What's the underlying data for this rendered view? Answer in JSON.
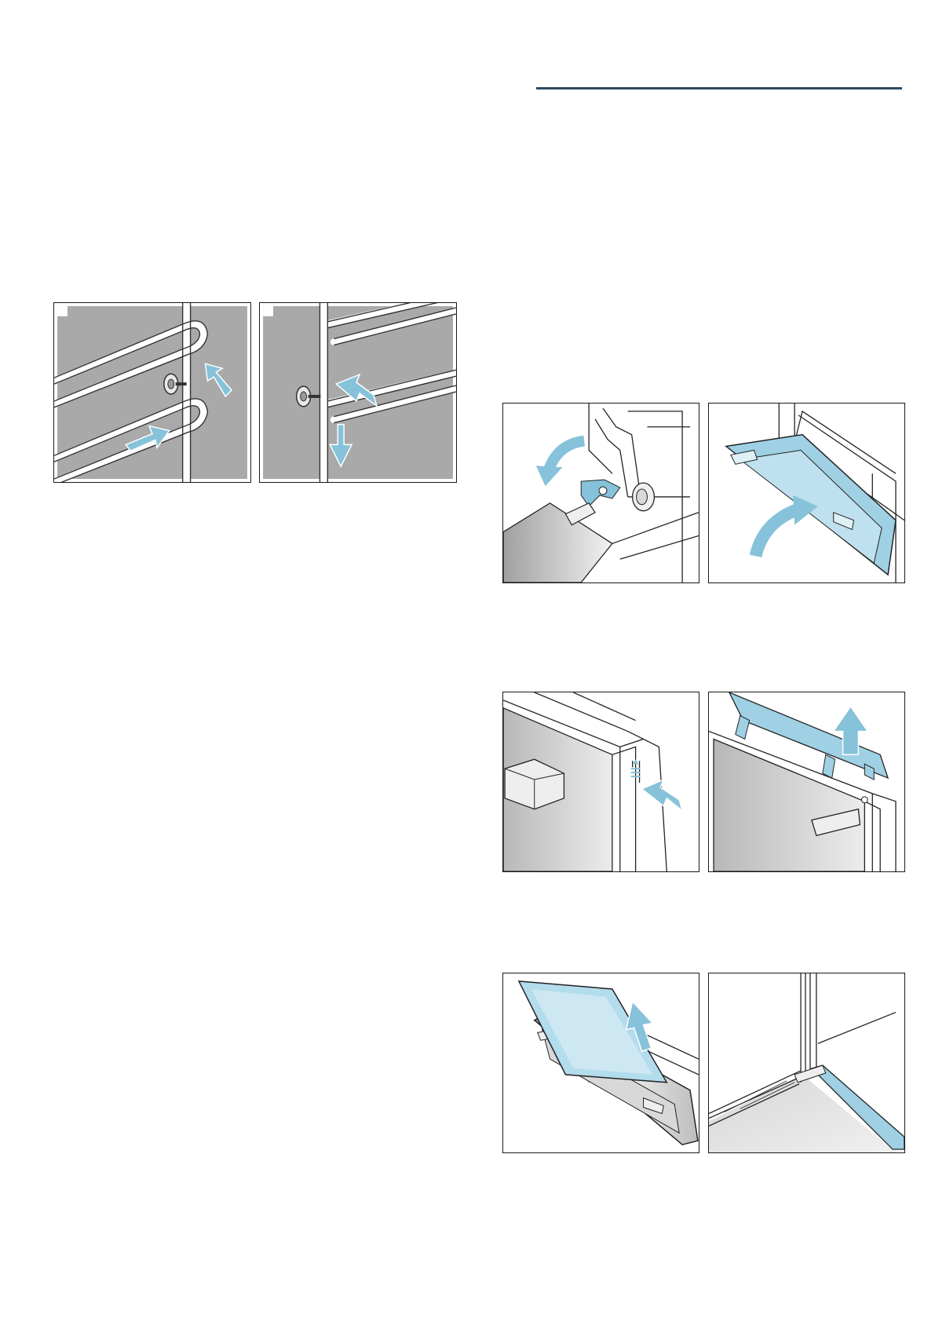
{
  "page": {
    "illustrations": [
      {
        "id": "shelf-rail-unhook",
        "icon": "shelf-rack-illustration"
      },
      {
        "id": "shelf-rail-detach",
        "icon": "shelf-rack-illustration"
      },
      {
        "id": "hinge-lever-fold",
        "icon": "door-hinge-illustration"
      },
      {
        "id": "door-close",
        "icon": "oven-door-illustration"
      },
      {
        "id": "door-cover-press",
        "icon": "door-cover-illustration"
      },
      {
        "id": "door-cover-remove",
        "icon": "door-cover-illustration"
      },
      {
        "id": "door-pane-lift",
        "icon": "door-pane-illustration"
      },
      {
        "id": "door-seal-corner",
        "icon": "door-seal-illustration"
      }
    ],
    "colors": {
      "accent_arrow": "#86c2da",
      "header_rule": "#2c4a64",
      "panel_gray": "#a9a9a9"
    }
  }
}
